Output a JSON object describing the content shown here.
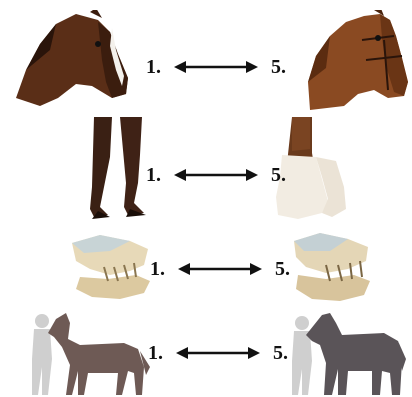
{
  "rows": [
    {
      "left_label": "1.",
      "right_label": "5."
    },
    {
      "left_label": "1.",
      "right_label": "5."
    },
    {
      "left_label": "1.",
      "right_label": "5."
    },
    {
      "left_label": "1.",
      "right_label": "5."
    }
  ]
}
